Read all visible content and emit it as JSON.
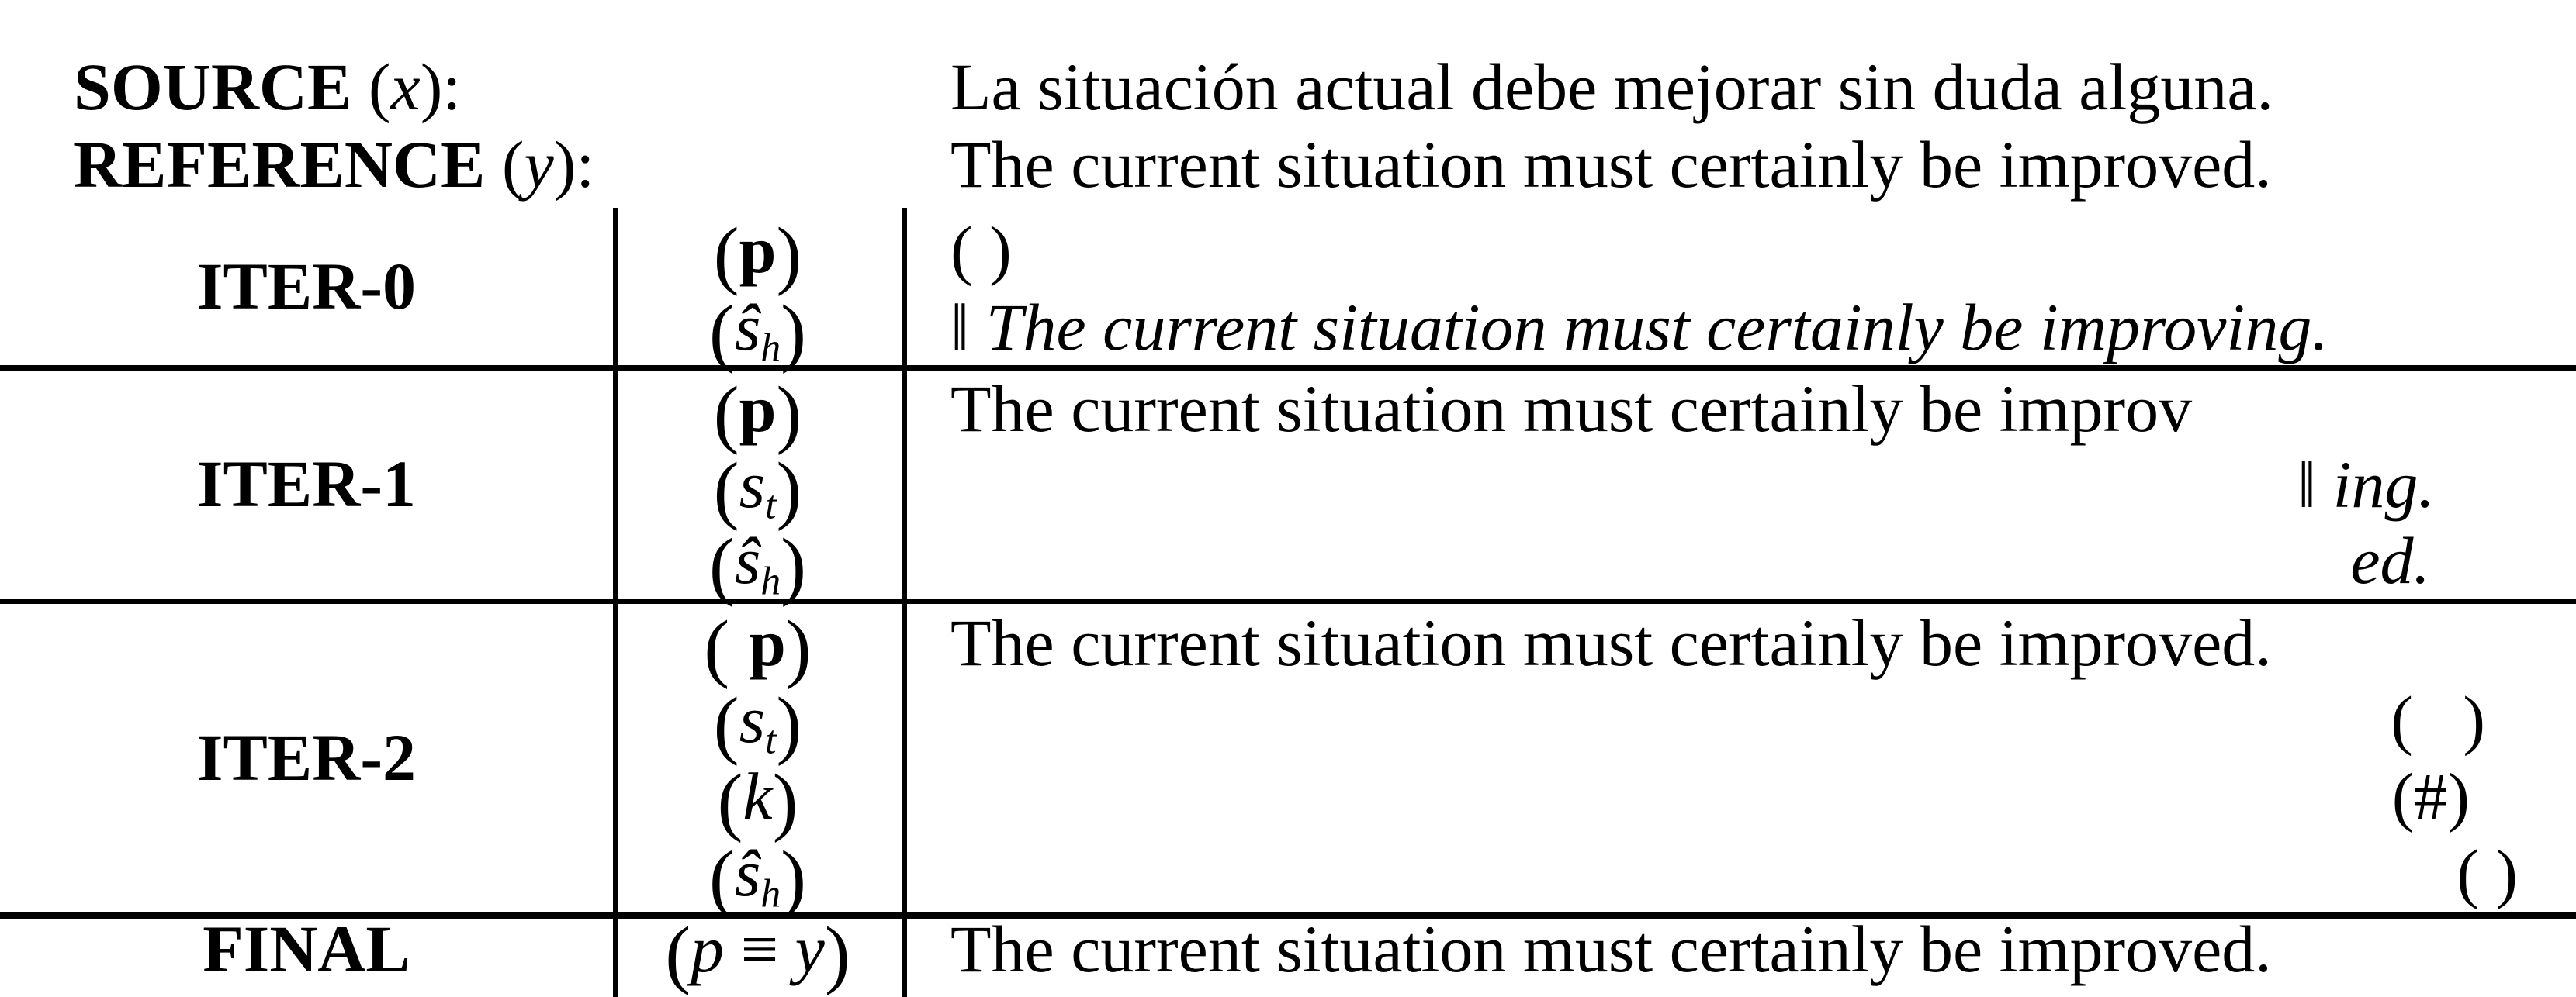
{
  "colors": {
    "text": "#000000",
    "background": "#ffffff"
  },
  "header": {
    "rows": [
      {
        "label": "SOURCE",
        "paren_open": " (",
        "var": "x",
        "paren_close": "):",
        "text": "La situación actual debe mejorar sin duda alguna."
      },
      {
        "label": "REFERENCE",
        "paren_open": " (",
        "var": "y",
        "paren_close": "):",
        "text": "The current situation must certainly be improved."
      }
    ]
  },
  "rows": [
    {
      "label": "ITER-0",
      "lines": [
        {
          "tag": {
            "open": "(",
            "main": "p",
            "sub": "",
            "close": ")"
          },
          "content": {
            "marker": "",
            "text": "( )"
          }
        },
        {
          "tag": {
            "open": "(",
            "main": "ŝ",
            "sub": "h",
            "close": ")"
          },
          "content": {
            "marker": "‖ ",
            "text": "The current situation must certainly be improving."
          }
        }
      ]
    },
    {
      "label": "ITER-1",
      "lines": [
        {
          "tag": {
            "open": "(",
            "main": "p",
            "sub": "",
            "close": ")"
          },
          "content": {
            "marker": "",
            "text": "The current situation must certainly be improv"
          }
        },
        {
          "tag": {
            "open": "(",
            "main": "s",
            "sub": "t",
            "close": ")"
          },
          "content": {
            "marker": "‖ ",
            "text": "ing."
          }
        },
        {
          "tag": {
            "open": "(",
            "main": "ŝ",
            "sub": "h",
            "close": ")"
          },
          "content": {
            "marker": "",
            "text": "ed."
          }
        }
      ]
    },
    {
      "label": "ITER-2",
      "lines": [
        {
          "tag": {
            "open": "( ",
            "main": "p",
            "sub": "",
            "close": ")"
          },
          "content": {
            "marker": "",
            "text": "The current situation must certainly be improved."
          }
        },
        {
          "tag": {
            "open": "(",
            "main": "s",
            "sub": "t",
            "close": ")"
          },
          "content": {
            "marker": "",
            "text": "(   )"
          }
        },
        {
          "tag": {
            "open": "(",
            "main": "k",
            "sub": "",
            "close": ")"
          },
          "content": {
            "marker": "",
            "text": "(#)"
          }
        },
        {
          "tag": {
            "open": "(",
            "main": "ŝ",
            "sub": "h",
            "close": ")"
          },
          "content": {
            "marker": "",
            "text": "( )"
          }
        }
      ]
    },
    {
      "label": "FINAL",
      "lines": [
        {
          "tag": {
            "open": "(",
            "main": "p",
            "rel": " ≡ ",
            "second": "y",
            "close": ")"
          },
          "content": {
            "marker": "",
            "text": "The current situation must certainly be improved."
          }
        }
      ]
    }
  ]
}
